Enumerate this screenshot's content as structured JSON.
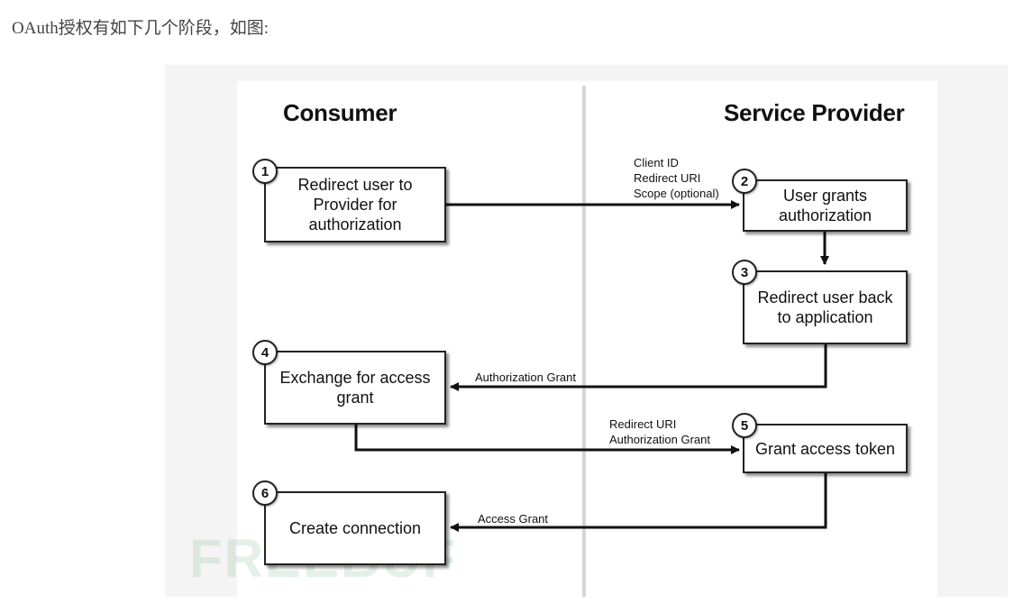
{
  "intro_text": "OAuth授权有如下几个阶段，如图:",
  "diagram": {
    "consumer_title": "Consumer",
    "provider_title": "Service Provider",
    "steps": [
      {
        "num": "1",
        "text": "Redirect user to Provider for authorization"
      },
      {
        "num": "2",
        "text": "User grants authorization"
      },
      {
        "num": "3",
        "text": "Redirect user back to application"
      },
      {
        "num": "4",
        "text": "Exchange for access grant"
      },
      {
        "num": "5",
        "text": "Grant access token"
      },
      {
        "num": "6",
        "text": "Create connection"
      }
    ],
    "labels": {
      "request_auth": [
        "Client ID",
        "Redirect URI",
        "Scope (optional)"
      ],
      "auth_grant": "Authorization Grant",
      "exchange": [
        "Redirect URI",
        "Authorization Grant"
      ],
      "access_grant": "Access Grant"
    },
    "watermark": "FREEBUF"
  }
}
